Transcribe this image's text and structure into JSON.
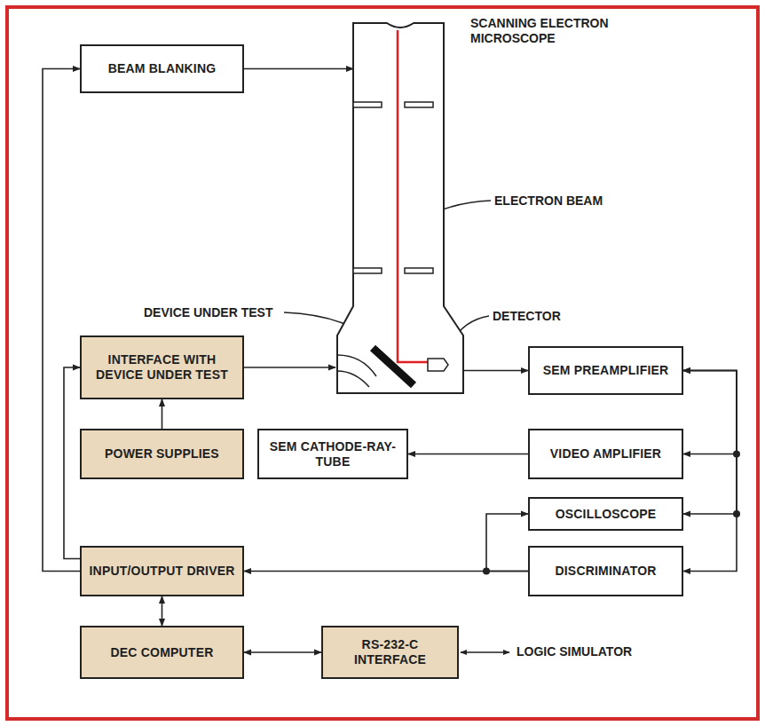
{
  "diagram": {
    "nodes": [
      {
        "text": [
          "BEAM BLANKING"
        ]
      },
      {
        "text": [
          "SCANNING ELECTRON MICROSCOPE"
        ]
      },
      {
        "text": [
          "INTERFACE WITH DEVICE UNDER TEST"
        ]
      },
      {
        "text": [
          "POWER SUPPLIES"
        ]
      },
      {
        "text": [
          "INPUT/OUTPUT DRIVER"
        ]
      },
      {
        "text": [
          "DEC COMPUTER"
        ]
      },
      {
        "text": [
          "RS-232-C INTERFACE"
        ]
      },
      {
        "text": [
          "SEM PREAMPLIFIER"
        ]
      },
      {
        "text": [
          "SEM CATHODE-RAY-TUBE"
        ]
      },
      {
        "text": [
          "VIDEO AMPLIFIER"
        ]
      },
      {
        "text": [
          "OSCILLOSCOPE"
        ]
      },
      {
        "text": [
          "DISCRIMINATOR"
        ]
      }
    ],
    "edges": [
      {
        "from": 0,
        "to": 1,
        "arrow": "to"
      },
      {
        "from": 4,
        "to": 0,
        "arrow": "to"
      },
      {
        "from": 4,
        "to": 2,
        "arrow": "to"
      },
      {
        "from": 3,
        "to": 2,
        "arrow": "to"
      },
      {
        "from": 2,
        "to": 1,
        "arrow": "to"
      },
      {
        "from": 1,
        "to": 7,
        "arrow": "to"
      },
      {
        "from": 7,
        "to": 9,
        "arrow": "both"
      },
      {
        "from": 7,
        "to": 10,
        "arrow": "both"
      },
      {
        "from": 7,
        "to": 11,
        "arrow": "both"
      },
      {
        "from": 9,
        "to": 8,
        "arrow": "to"
      },
      {
        "from": 11,
        "to": 4,
        "arrow": "to"
      },
      {
        "from": 11,
        "to": 10,
        "arrow": "to"
      },
      {
        "from": 4,
        "to": 5,
        "arrow": "both"
      },
      {
        "from": 5,
        "to": 6,
        "arrow": "both"
      }
    ],
    "labels": [
      "ELECTRON BEAM",
      "DEVICE UNDER TEST",
      "DETECTOR",
      "LOGIC SIMULATOR"
    ]
  }
}
